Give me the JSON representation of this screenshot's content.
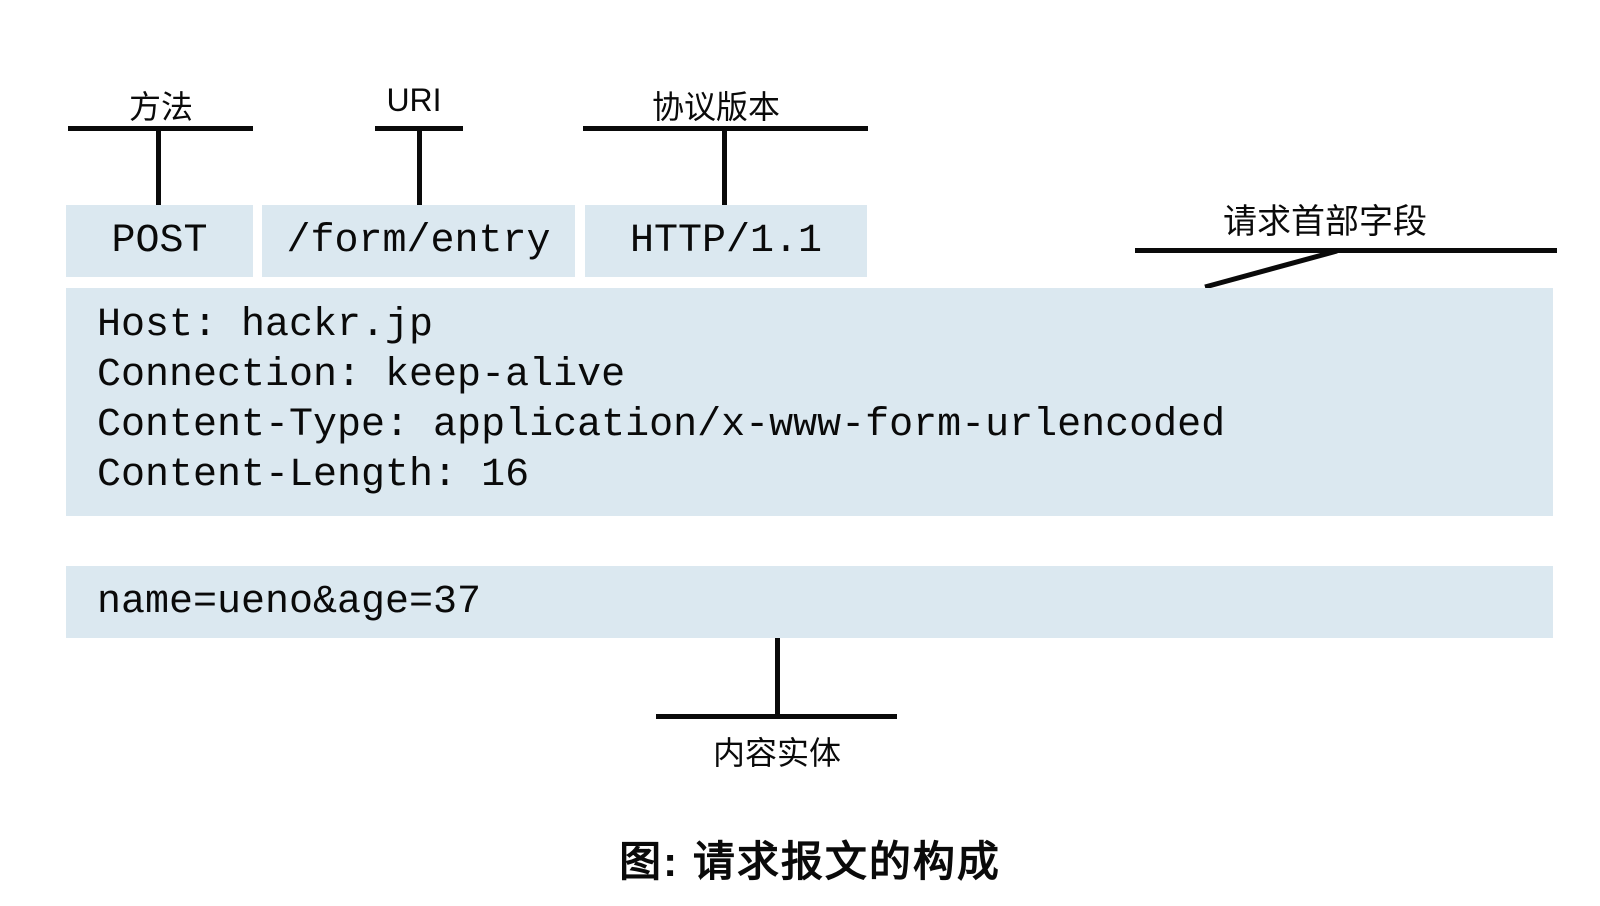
{
  "figure": {
    "request_line": {
      "method_label": "方法",
      "method_value": "POST",
      "uri_label": "URI",
      "uri_value": "/form/entry",
      "version_label": "协议版本",
      "version_value": "HTTP/1.1"
    },
    "headers": {
      "label": "请求首部字段",
      "lines": [
        "Host: hackr.jp",
        "Connection: keep-alive",
        "Content-Type: application/x-www-form-urlencoded",
        "Content-Length: 16"
      ]
    },
    "body": {
      "label": "内容实体",
      "value": "name=ueno&age=37"
    },
    "caption": "图: 请求报文的构成"
  },
  "colors": {
    "box_bg": "#dbe8f0",
    "line": "#0a0a0a",
    "text": "#0a0a0a"
  }
}
